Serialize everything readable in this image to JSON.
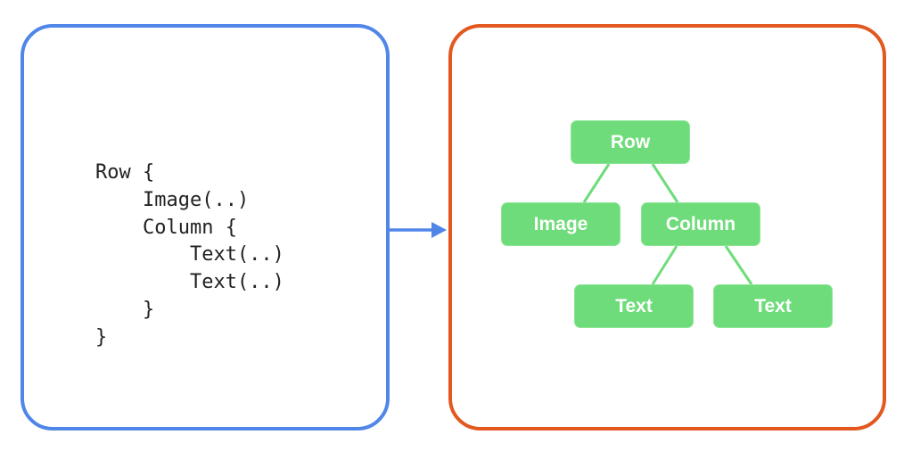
{
  "code_panel": {
    "lines": [
      "Row {",
      "    Image(..)",
      "    Column {",
      "        Text(..)",
      "        Text(..)",
      "    }",
      "}"
    ]
  },
  "tree_panel": {
    "nodes": {
      "row": "Row",
      "image": "Image",
      "column": "Column",
      "text_1": "Text",
      "text_2": "Text"
    }
  },
  "colors": {
    "code_panel_border": "#4f86e8",
    "tree_panel_border": "#e2581f",
    "arrow": "#4f86e8",
    "node_fill": "#6edc7a",
    "edge": "#6edc7a"
  }
}
